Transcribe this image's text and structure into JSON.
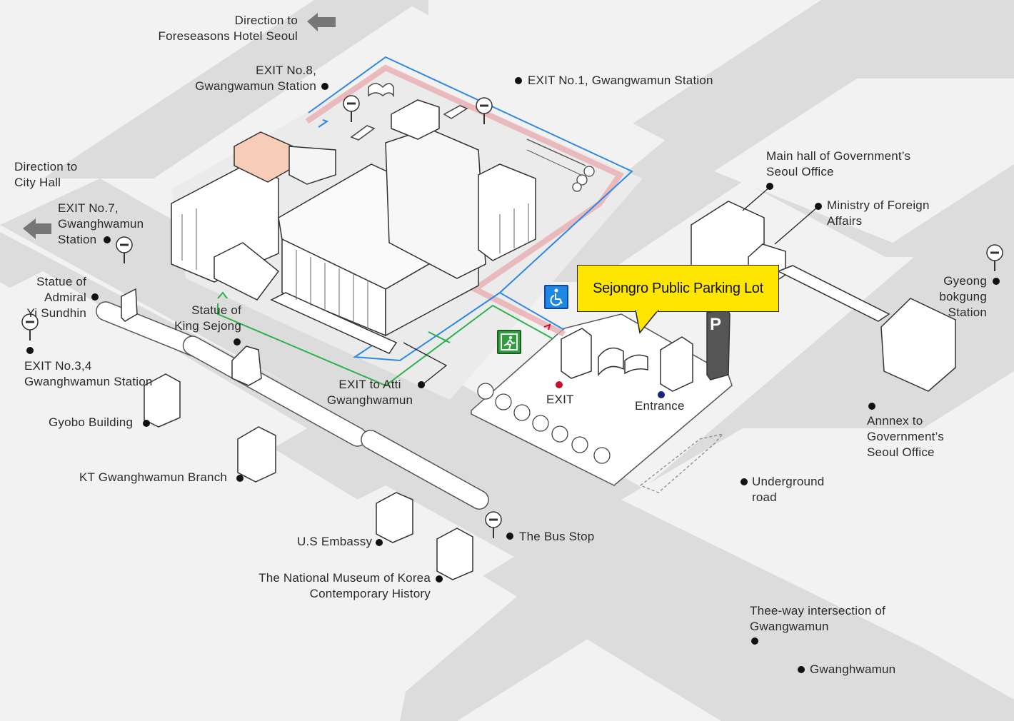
{
  "callout": {
    "title": "Sejongro Public Parking Lot",
    "color": "#ffe600"
  },
  "icons": [
    "wheelchair-accessible-icon",
    "emergency-exit-icon",
    "parking-sign-icon",
    "bus-stop-icon",
    "direction-arrow-icon"
  ],
  "parking_sign": {
    "letter": "P"
  },
  "colors": {
    "accessible_route": "#2e88e6",
    "exit_route": "#2bb24c",
    "vehicle_route": "#e8a4a8",
    "highlight_building": "#f8cdb8",
    "callout": "#ffe600"
  },
  "labels": {
    "direction_foreseasons": "Direction to\nForeseasons Hotel Seoul",
    "exit8": "EXIT No.8,\nGwangwamun Station",
    "exit1": "EXIT No.1, Gwangwamun Station",
    "direction_city_hall": "Direction to\nCity Hall",
    "exit7": "EXIT No.7,\nGwanghwamun\nStation",
    "statue_yi": "Statue of\nAdmiral\nYi Sundhin",
    "statue_sejong": "Statue of\nKing Sejong",
    "exit34": "EXIT No.3,4\nGwanghwamun Station",
    "gyobo": "Gyobo Building",
    "kt": "KT Gwanghwamun Branch",
    "exit_atti": "EXIT to Atti\nGwanghwamun",
    "exit": "EXIT",
    "entrance": "Entrance",
    "main_hall": "Main hall of Government’s\nSeoul Office",
    "mofa": "Ministry of Foreign\nAffairs",
    "gyeong": "Gyeong\nbokgung\nStation",
    "annex": "Annnex to\nGovernment’s\nSeoul Office",
    "underground": "Underground\nroad",
    "bus_stop": "The Bus Stop",
    "us_embassy": "U.S Embassy",
    "museum": "The National Museum of Korea\nContemporary History",
    "three_way": "Thee-way intersection of\nGwangwamun",
    "gwanghwamun": "Gwanghwamun"
  }
}
